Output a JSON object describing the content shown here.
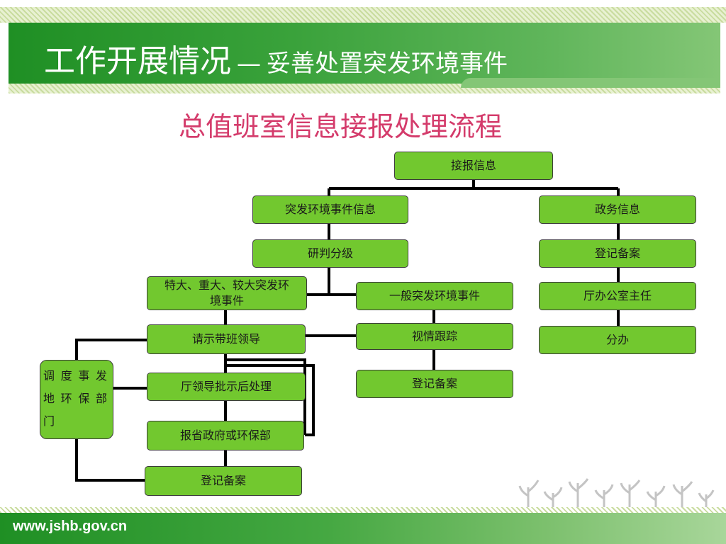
{
  "header": {
    "title_main": "工作开展情况",
    "title_dash": "—",
    "title_sub": "妥善处置突发环境事件"
  },
  "flow_title": "总值班室信息接报处理流程",
  "nodes": {
    "receive": "接报信息",
    "env_event_info": "突发环境事件信息",
    "gov_affairs_info": "政务信息",
    "judge_grade": "研判分级",
    "register_right": "登记备案",
    "major_events": "特大、重大、较大突发环境事件",
    "general_event": "一般突发环境事件",
    "office_director": "厅办公室主任",
    "request_leader": "请示带班领导",
    "track": "视情跟踪",
    "distribute": "分办",
    "dispatch_local": "调度事发地环保部门",
    "leader_approval": "厅领导批示后处理",
    "register_middle": "登记备案",
    "report_gov": "报省政府或环保部",
    "register_left": "登记备案"
  },
  "footer": {
    "url": "www.jshb.gov.cn"
  },
  "colors": {
    "box_fill": "#72c82f",
    "banner_green": "#2e9a30",
    "flow_title_pink": "#d43b6b"
  }
}
